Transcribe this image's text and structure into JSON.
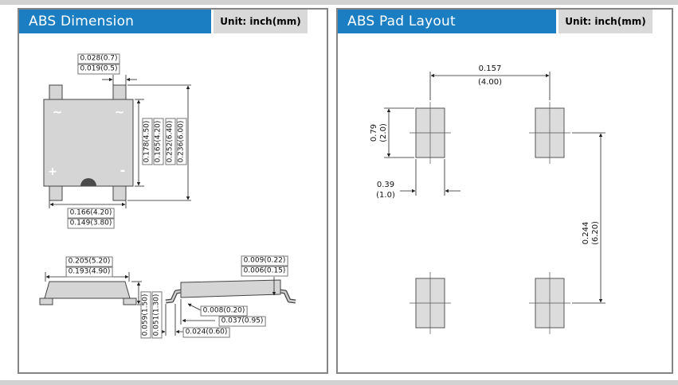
{
  "colors": {
    "header_blue": "#1b7ec2",
    "unit_bg": "#d9d9d9",
    "package_fill": "#d5d5d5",
    "pad_fill": "#dcdcdc",
    "line": "#222222"
  },
  "dimension_panel": {
    "title": "ABS Dimension",
    "unit_label": "Unit: inch(mm)",
    "package_symbols": {
      "ac_left": "~",
      "ac_right": "~",
      "positive": "+",
      "negative": "-"
    },
    "dims": {
      "pin_width_max": "0.028(0.7)",
      "pin_width_min": "0.019(0.5)",
      "body_height_max": "0.178(4.50)",
      "body_height_min": "0.165(4.20)",
      "overall_height_max": "0.252(6.40)",
      "overall_height_min": "0.236(6.00)",
      "pin_span_max": "0.166(4.20)",
      "pin_span_min": "0.149(3.80)",
      "body_length_max": "0.205(5.20)",
      "body_length_min": "0.193(4.90)",
      "thickness_max": "0.059(1.50)",
      "thickness_min": "0.051(1.30)",
      "lead_thickness_max": "0.009(0.22)",
      "lead_thickness_min": "0.006(0.15)",
      "lead_dim_a": "0.008(0.20)",
      "lead_dim_b": "0.037(0.95)",
      "foot_length": "0.024(0.60)"
    }
  },
  "pad_layout_panel": {
    "title": "ABS Pad Layout",
    "unit_label": "Unit: inch(mm)",
    "dims": {
      "pad_pitch_x_in": "0.157",
      "pad_pitch_x_mm": "(4.00)",
      "pad_height_in": "0.79",
      "pad_height_mm": "(2.0)",
      "pad_width_in": "0.39",
      "pad_width_mm": "(1.0)",
      "pad_pitch_y_in": "0.244",
      "pad_pitch_y_mm": "(6.20)"
    }
  }
}
